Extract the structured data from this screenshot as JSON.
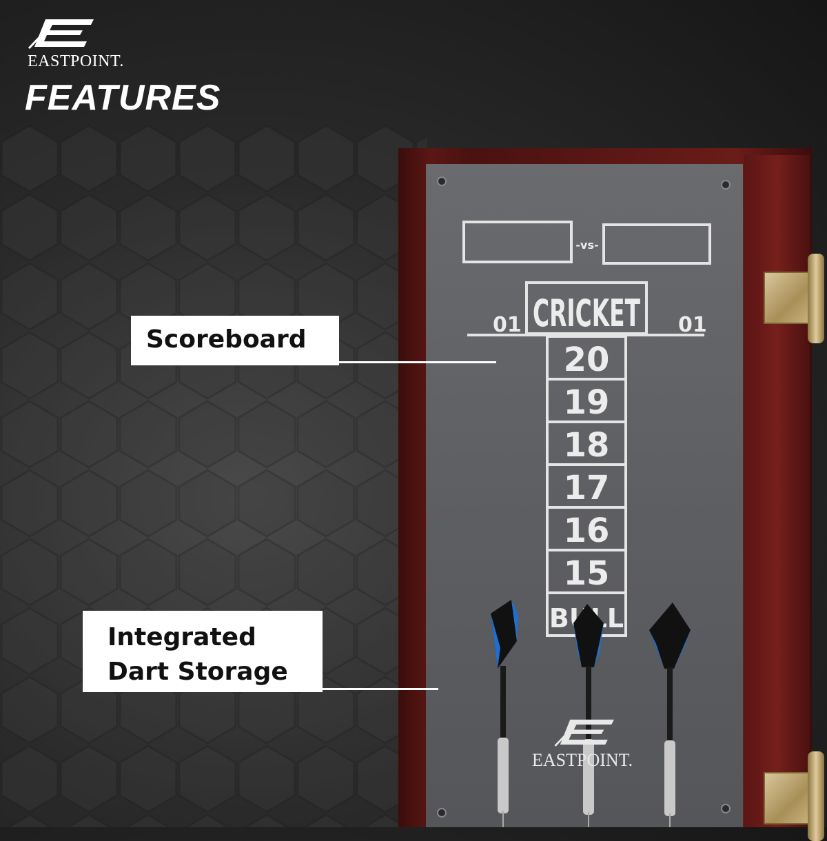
{
  "brand": {
    "logo_text": "EASTPOINT.",
    "heading": "FEATURES"
  },
  "scoreboard": {
    "vs_label": "-vs-",
    "game_label": "CRICKET",
    "left_score_label": "01",
    "right_score_label": "01",
    "numbers": [
      "20",
      "19",
      "18",
      "17",
      "16",
      "15",
      "BULL"
    ]
  },
  "callouts": {
    "scoreboard": "Scoreboard",
    "storage_line1": "Integrated",
    "storage_line2": "Dart Storage"
  },
  "cabinet_logo_text": "EASTPOINT.",
  "colors": {
    "background": "#2a2a2a",
    "cabinet_wood": "#5b1714",
    "backboard": "#5e5f63",
    "chalk": "#e4e4e4",
    "dart_flight_blue": "#1f6fd0",
    "hinge_brass": "#c8b27e"
  }
}
